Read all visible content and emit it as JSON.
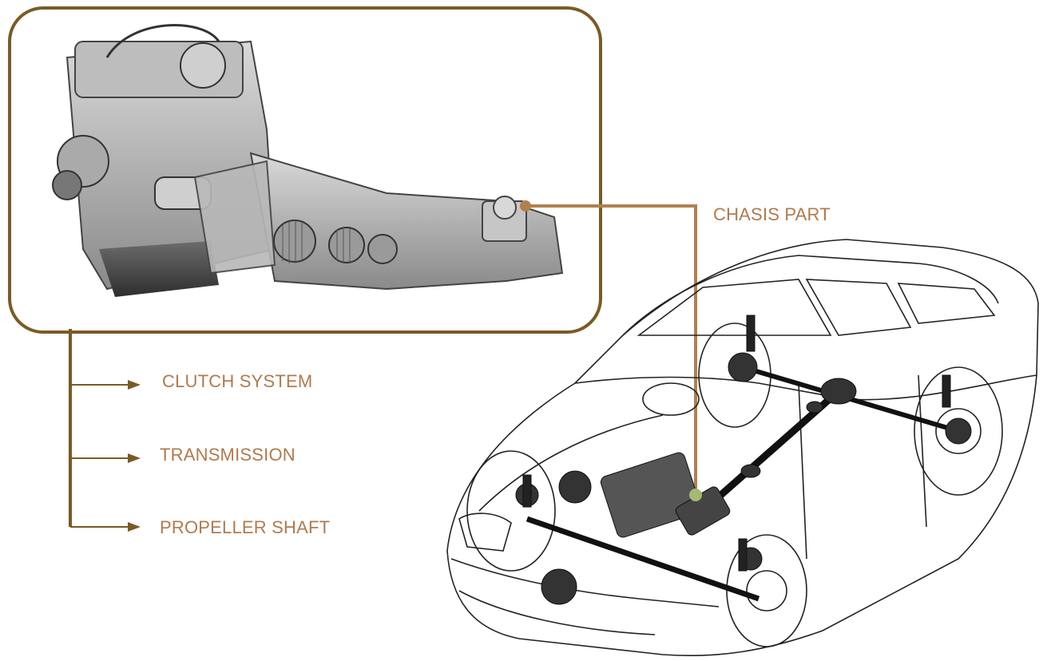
{
  "diagram": {
    "labels": {
      "chasis": "CHASIS PART",
      "clutch": "CLUTCH SYSTEM",
      "transmission": "TRANSMISSION",
      "propeller": "PROPELLER SHAFT"
    },
    "images": {
      "engine": "engine-transmission-photo",
      "car": "car-chassis-drawing"
    },
    "colors": {
      "frame": "#7a5a26",
      "connector": "#b0804f",
      "label_text": "#b17a4c",
      "end_dot": "#a6b872"
    }
  }
}
